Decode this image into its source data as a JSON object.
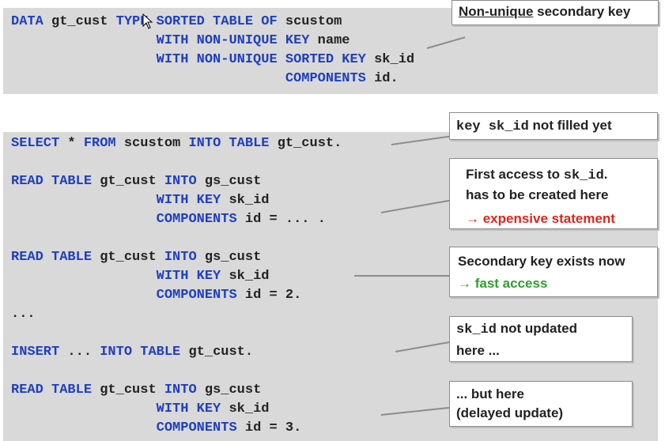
{
  "panels": [
    {
      "code": [
        [
          {
            "t": "DATA",
            "k": 1
          },
          {
            "t": " gt_cust "
          },
          {
            "t": "TYPE SORTED TABLE OF",
            "k": 1
          },
          {
            "t": " scustom"
          }
        ],
        [
          {
            "t": "                  "
          },
          {
            "t": "WITH NON-UNIQUE KEY",
            "k": 1
          },
          {
            "t": " name"
          }
        ],
        [
          {
            "t": "                  "
          },
          {
            "t": "WITH NON-UNIQUE SORTED KEY",
            "k": 1
          },
          {
            "t": " sk_id"
          }
        ],
        [
          {
            "t": "                                  "
          },
          {
            "t": "COMPONENTS",
            "k": 1
          },
          {
            "t": " id."
          }
        ]
      ]
    },
    {
      "code": [
        [
          {
            "t": "SELECT",
            "k": 1
          },
          {
            "t": " * "
          },
          {
            "t": "FROM",
            "k": 1
          },
          {
            "t": " scustom "
          },
          {
            "t": "INTO TABLE",
            "k": 1
          },
          {
            "t": " gt_cust."
          }
        ],
        [
          {
            "t": ""
          }
        ],
        [
          {
            "t": "READ TABLE",
            "k": 1
          },
          {
            "t": " gt_cust "
          },
          {
            "t": "INTO",
            "k": 1
          },
          {
            "t": " gs_cust"
          }
        ],
        [
          {
            "t": "                  "
          },
          {
            "t": "WITH KEY",
            "k": 1
          },
          {
            "t": " sk_id"
          }
        ],
        [
          {
            "t": "                  "
          },
          {
            "t": "COMPONENTS",
            "k": 1
          },
          {
            "t": " id = ... ."
          }
        ],
        [
          {
            "t": ""
          }
        ],
        [
          {
            "t": "READ TABLE",
            "k": 1
          },
          {
            "t": " gt_cust "
          },
          {
            "t": "INTO",
            "k": 1
          },
          {
            "t": " gs_cust"
          }
        ],
        [
          {
            "t": "                  "
          },
          {
            "t": "WITH KEY",
            "k": 1
          },
          {
            "t": " sk_id"
          }
        ],
        [
          {
            "t": "                  "
          },
          {
            "t": "COMPONENTS",
            "k": 1
          },
          {
            "t": " id = 2."
          }
        ],
        [
          {
            "t": "..."
          }
        ],
        [
          {
            "t": ""
          }
        ],
        [
          {
            "t": "INSERT",
            "k": 1
          },
          {
            "t": " ... "
          },
          {
            "t": "INTO TABLE",
            "k": 1
          },
          {
            "t": " gt_cust."
          }
        ],
        [
          {
            "t": ""
          }
        ],
        [
          {
            "t": "READ TABLE",
            "k": 1
          },
          {
            "t": " gt_cust "
          },
          {
            "t": "INTO",
            "k": 1
          },
          {
            "t": " gs_cust"
          }
        ],
        [
          {
            "t": "                  "
          },
          {
            "t": "WITH KEY",
            "k": 1
          },
          {
            "t": " sk_id"
          }
        ],
        [
          {
            "t": "                  "
          },
          {
            "t": "COMPONENTS",
            "k": 1
          },
          {
            "t": " id = 3."
          }
        ]
      ]
    }
  ],
  "callouts": {
    "secondary_key": {
      "underlined": "Non-unique",
      "rest": " secondary key"
    },
    "not_filled": {
      "mono": "key sk_id",
      "rest": " not filled yet"
    },
    "first_access": {
      "line1_pre": "First access to ",
      "line1_mono": "sk_id",
      "line1_post": ".",
      "line2": "has to be created here",
      "line3": "→ expensive statement"
    },
    "exists_now": {
      "line1": "Secondary key exists now",
      "line2": "→ fast access"
    },
    "not_updated": {
      "line1_mono": "sk_id",
      "line1_post": " not updated",
      "line2": "here ..."
    },
    "but_here": {
      "line1": "... but here",
      "line2": "(delayed update)"
    }
  },
  "colors": {
    "keyword": "#1f3fbf",
    "panel": "#d9d9d9",
    "expensive": "#e0241b",
    "fast": "#2ca02c"
  }
}
